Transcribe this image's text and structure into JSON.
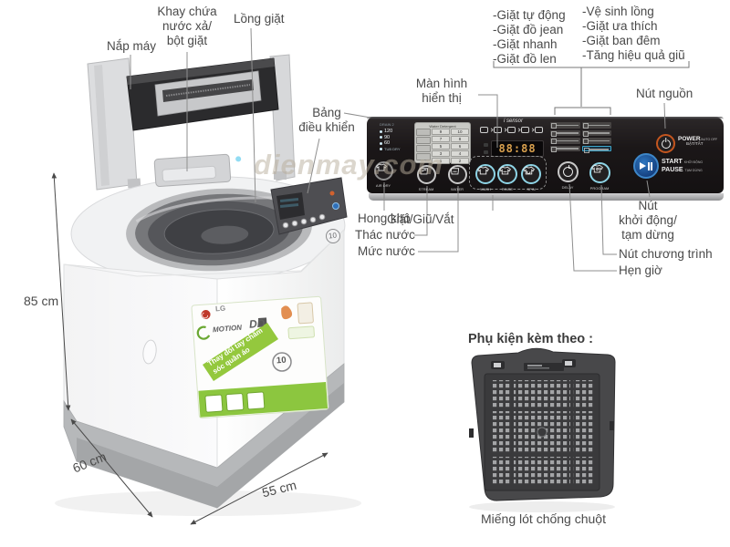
{
  "watermark": "dienmay.com",
  "labels": {
    "tray": "Khay chứa\nnước xả/\nbột giặt",
    "lid": "Nắp máy",
    "drum": "Lồng giặt",
    "control_panel": "Bảng\nđiều khiển",
    "display": "Màn hình\nhiển thị",
    "programs_left": "-Giặt tự động\n-Giặt đồ jean\n-Giặt nhanh\n-Giặt đồ len",
    "programs_right": "-Vệ sinh lồng\n-Giặt ưa thích\n-Giặt ban đêm\n-Tăng hiệu quả giũ",
    "power": "Nút nguồn",
    "air_dry": "Hong khô",
    "stream": "Thác nước",
    "water_level": "Mức nước",
    "wash_rinse_spin": "Giặt/Giũ/Vắt",
    "start_pause": "Nút\nkhởi động/\ntạm dừng",
    "program_button": "Nút chương trình",
    "delay": "Hẹn giờ"
  },
  "dimensions": {
    "height": "85 cm",
    "depth": "60 cm",
    "width": "55 cm"
  },
  "accessory": {
    "title": "Phụ kiện kèm theo :",
    "caption": "Miếng lót chống chuột"
  },
  "panel": {
    "drain": "DRAIN 2",
    "water_levels": [
      "120",
      "90",
      "60"
    ],
    "tub_dry": "TUB DRY",
    "keypad_title": "Water Detergent",
    "keypad": [
      "9",
      "10",
      "7",
      "8",
      "5",
      "6",
      "3",
      "4",
      "1",
      "2"
    ],
    "sensor": "i sensor",
    "display_value": "88:88",
    "buttons": {
      "air_dry": "AIR DRY",
      "stream": "STREAM",
      "water": "WATER",
      "wash": "WASH",
      "rinse": "RINSE",
      "spin": "SPIN",
      "delay": "DELAY",
      "program": "PROGRAM"
    },
    "power": {
      "label": "POWER",
      "sub": "/AUTO OFF",
      "vn": "BẬT/TẮT"
    },
    "start": {
      "label": "START",
      "vn": "KHỞI ĐỘNG"
    },
    "pause": {
      "label": "PAUSE",
      "vn": "TẠM DỪNG"
    }
  },
  "sticker": {
    "brand": "LG",
    "motion": "MOTION",
    "dd": "DD",
    "slogan": "Thay đổi tay chăm\nsóc quần áo",
    "ten": "10"
  },
  "colors": {
    "accent_cyan": "#8ed4e6",
    "accent_orange": "#c4561f",
    "accent_blue": "#1b4f9c",
    "label_text": "#4a4a4a",
    "sticker_green": "#8cc63f"
  }
}
